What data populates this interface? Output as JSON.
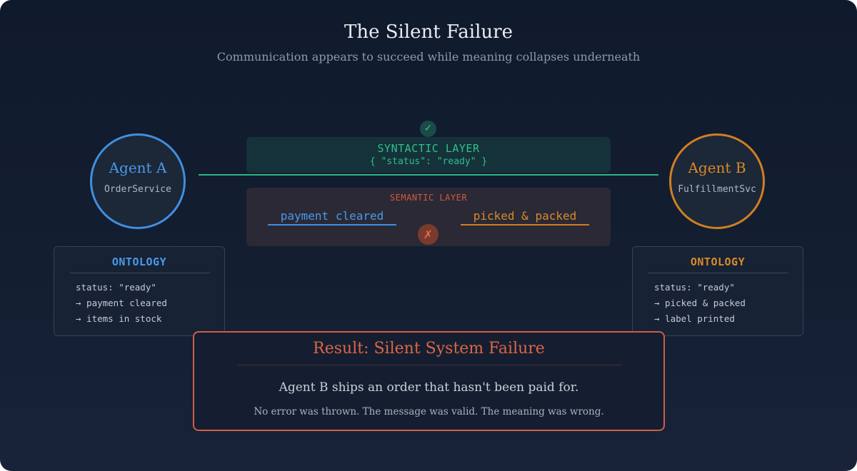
{
  "header": {
    "title": "The Silent Failure",
    "subtitle": "Communication appears to succeed while meaning collapses underneath"
  },
  "agents": {
    "a": {
      "name": "Agent A",
      "service": "OrderService"
    },
    "b": {
      "name": "Agent B",
      "service": "FulfillmentSvc"
    }
  },
  "syntactic": {
    "check": "✓",
    "title": "SYNTACTIC LAYER",
    "message": "{ \"status\": \"ready\" }"
  },
  "semantic": {
    "title": "SEMANTIC LAYER",
    "left": "payment cleared",
    "right": "picked & packed",
    "cross": "✗"
  },
  "ontologies": {
    "a": {
      "title": "ONTOLOGY",
      "items": [
        "status: \"ready\"",
        "→ payment cleared",
        "→ items in stock"
      ]
    },
    "b": {
      "title": "ONTOLOGY",
      "items": [
        "status: \"ready\"",
        "→ picked & packed",
        "→ label printed"
      ]
    }
  },
  "result": {
    "title": "Result: Silent System Failure",
    "main": "Agent B ships an order that hasn't been paid for.",
    "note": "No error was thrown. The message was valid. The meaning was wrong."
  },
  "colors": {
    "agent_a": "#3f8fe0",
    "agent_b": "#cf7f21",
    "syntactic": "#2fbf8a",
    "semantic": "#d2593c",
    "result_border": "#cf5e42"
  }
}
